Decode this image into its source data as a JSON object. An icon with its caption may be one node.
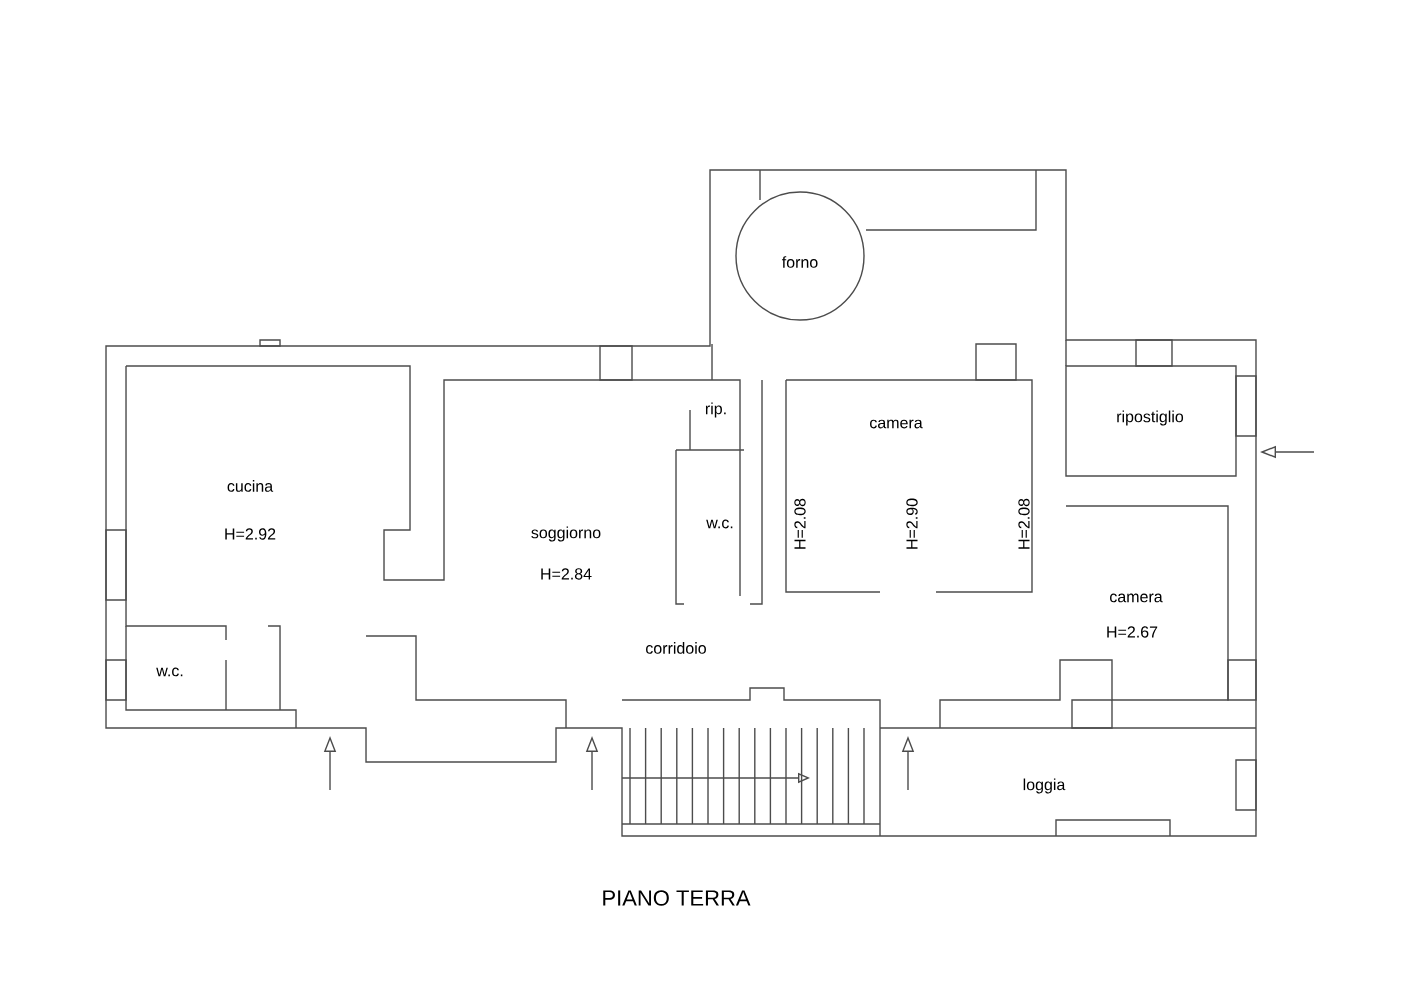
{
  "diagram": {
    "title": "PIANO TERRA",
    "labels": [
      "forno",
      "rip.",
      "camera",
      "ripostiglio",
      "cucina",
      "w.c.",
      "H=2.92",
      "soggiorno",
      "H=2.08",
      "H=2.90",
      "H=2.08",
      "H=2.84",
      "camera",
      "H=2.67",
      "corridoio",
      "w.c.",
      "loggia"
    ]
  }
}
